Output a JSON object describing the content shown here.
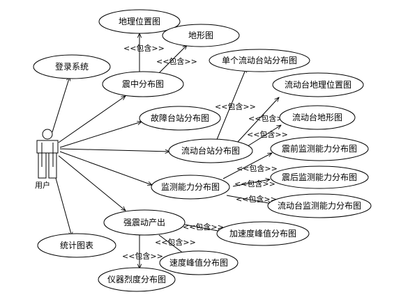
{
  "actor": {
    "label": "用户"
  },
  "use_cases": {
    "login": "登录系统",
    "statistics": "统计图表",
    "geo_location": "地理位置图",
    "terrain": "地形图",
    "epicenter_distribution": "震中分布图",
    "single_mobile_station": "单个流动台站分布图",
    "faulty_station": "故障台站分布图",
    "mobile_geo": "流动台地理位置图",
    "mobile_terrain": "流动台地形图",
    "mobile_station_distribution": "流动台站分布图",
    "pre_quake_capability": "震前监测能力分布图",
    "post_quake_capability": "震后监测能力分布图",
    "monitoring_capability": "监测能力分布图",
    "mobile_capability": "流动台监测能力分布图",
    "strong_motion": "强震动产出",
    "acceleration_peak": "加速度峰值分布图",
    "velocity_peak": "速度峰值分布图",
    "intensity": "仪器烈度分布图"
  },
  "relations": {
    "include": "<<包含>>"
  }
}
